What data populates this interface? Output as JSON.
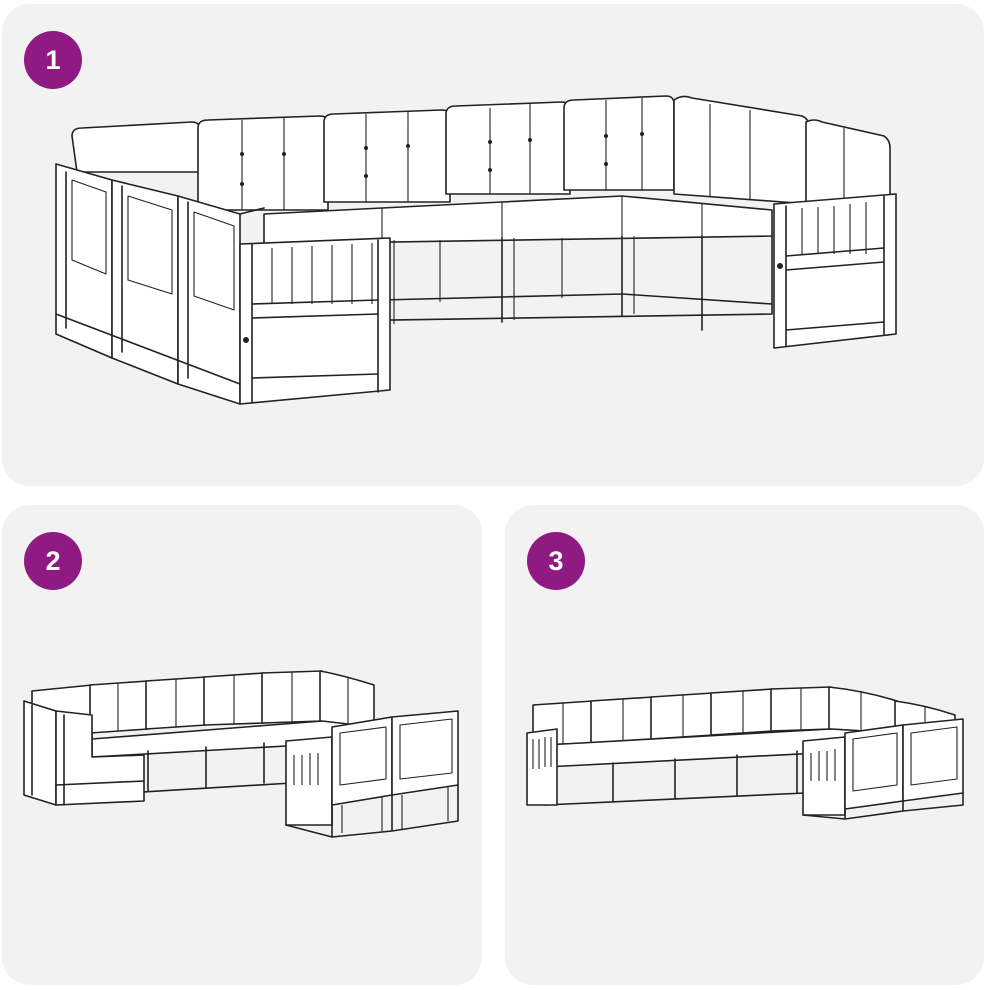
{
  "colors": {
    "badge": "#8e1a82",
    "panel": "#f2f2f2",
    "line": "#222222"
  },
  "steps": [
    {
      "number": "1",
      "illustration": "sofa-set-configuration-1"
    },
    {
      "number": "2",
      "illustration": "sofa-set-configuration-2"
    },
    {
      "number": "3",
      "illustration": "sofa-set-configuration-3"
    }
  ]
}
